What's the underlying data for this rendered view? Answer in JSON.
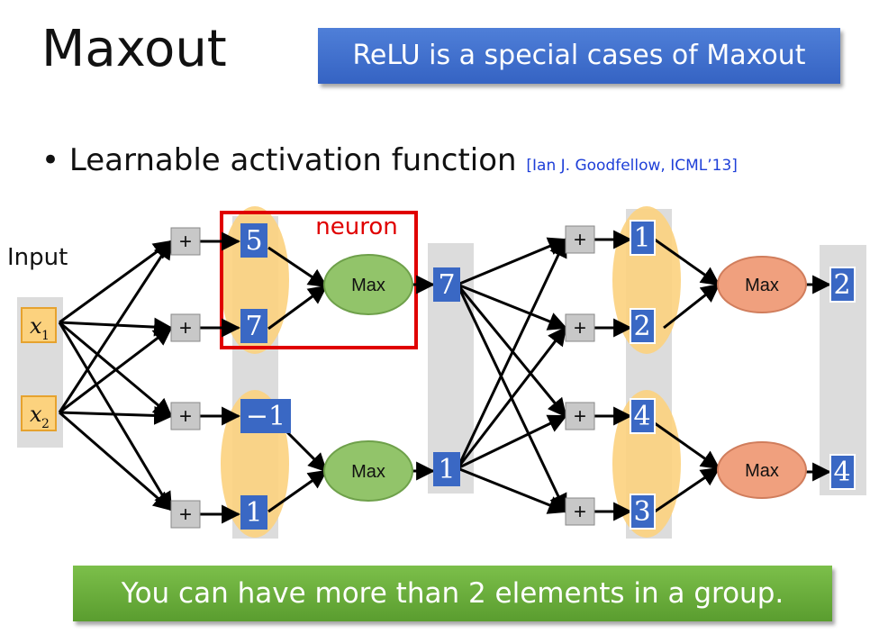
{
  "slide": {
    "title": "Maxout",
    "callout_top": "ReLU is a special cases of Maxout",
    "bullet": "Learnable activation function",
    "citation": "[Ian J. Goodfellow, ICML’13]",
    "callout_bottom": "You can have more than 2 elements in a group."
  },
  "diagram": {
    "input_label": "Input",
    "inputs": [
      "x",
      "x"
    ],
    "input_subscripts": [
      "1",
      "2"
    ],
    "sum_symbol": "+",
    "neuron_label": "neuron",
    "max_label": "Max",
    "layer1_values": [
      "5",
      "7",
      "−1",
      "1"
    ],
    "layer1_outputs": [
      "7",
      "1"
    ],
    "layer2_values": [
      "1",
      "2",
      "4",
      "3"
    ],
    "layer2_outputs": [
      "2",
      "4"
    ],
    "colors": {
      "blue_box": "#3a68c4",
      "orange_group": "#fcd27e",
      "green_max": "#92c46a",
      "red_max": "#f0a07e",
      "neuron_frame": "#e00000",
      "gray_column": "#dcdcdc",
      "input_box": "#fcd27e"
    }
  }
}
